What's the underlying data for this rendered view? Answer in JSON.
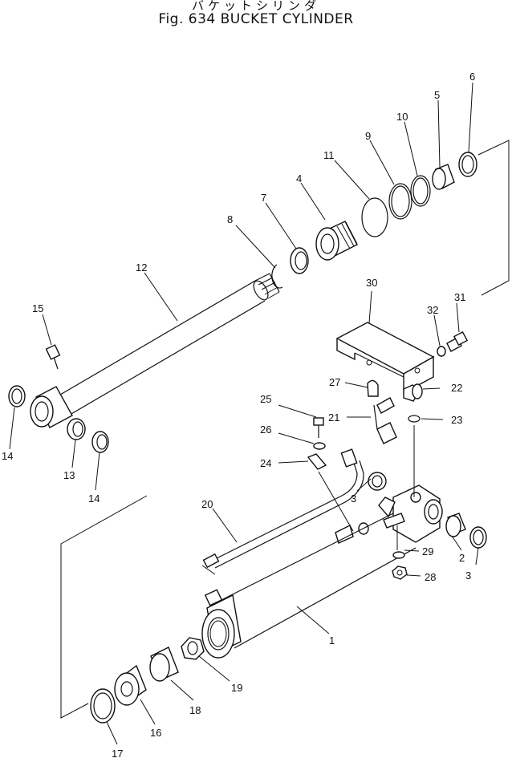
{
  "title": {
    "japanese": "バケットシリンダ",
    "english": "Fig. 634 BUCKET CYLINDER"
  },
  "callouts": {
    "p1": "1",
    "p2": "2",
    "p3a": "3",
    "p3b": "3",
    "p4": "4",
    "p5": "5",
    "p6": "6",
    "p7": "7",
    "p8": "8",
    "p9": "9",
    "p10": "10",
    "p11": "11",
    "p12": "12",
    "p13": "13",
    "p14a": "14",
    "p14b": "14",
    "p15": "15",
    "p16": "16",
    "p17": "17",
    "p18": "18",
    "p19": "19",
    "p20": "20",
    "p21": "21",
    "p22": "22",
    "p23": "23",
    "p24": "24",
    "p25": "25",
    "p26": "26",
    "p27": "27",
    "p28": "28",
    "p29": "29",
    "p30": "30",
    "p31": "31",
    "p32": "32"
  }
}
